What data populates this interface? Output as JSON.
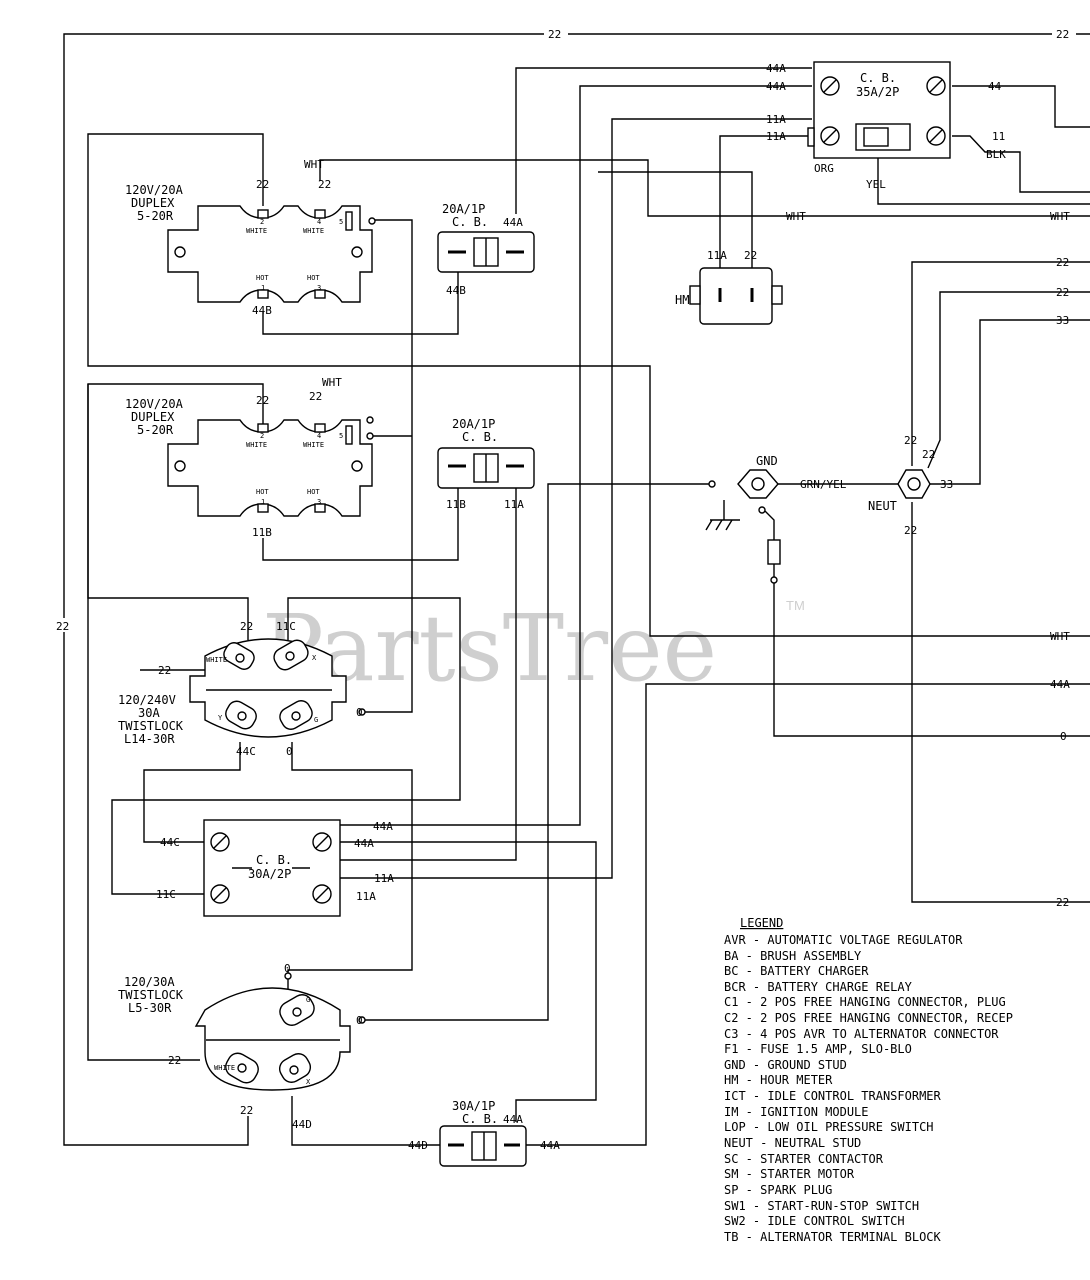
{
  "watermark": {
    "text": "PartsTree",
    "tm": "TM"
  },
  "duplex_1": {
    "title": [
      "120V/20A",
      "DUPLEX",
      "5-20R"
    ],
    "wire_top": "22",
    "wire_wht": "WHT",
    "wire_22b": "22",
    "wire_bottom": "44B",
    "term_2": "2",
    "term_4": "4",
    "term_5": "5",
    "term_1": "1",
    "term_3": "3",
    "lab_white": "WHITE",
    "lab_white2": "WHITE",
    "lab_hot": "HOT",
    "lab_hot2": "HOT"
  },
  "duplex_2": {
    "title": [
      "120V/20A",
      "DUPLEX",
      "5-20R"
    ],
    "wire_top": "22",
    "wire_wht": "WHT",
    "wire_22b": "22",
    "wire_bottom": "11B",
    "term_2": "2",
    "term_4": "4",
    "term_5": "5",
    "term_1": "1",
    "term_3": "3",
    "lab_white": "WHITE",
    "lab_white2": "WHITE",
    "lab_hot": "HOT",
    "lab_hot2": "HOT"
  },
  "cb_20a_1": {
    "title": [
      "20A/1P",
      "C. B."
    ],
    "wire_right": "44A",
    "wire_bottom": "44B"
  },
  "cb_20a_2": {
    "title": [
      "20A/1P",
      "C. B."
    ],
    "wire_left": "11B",
    "wire_right": "11A"
  },
  "cb_35a": {
    "title": [
      "C. B.",
      "35A/2P"
    ],
    "in_1": "44A",
    "in_2": "44A",
    "in_3": "11A",
    "in_4": "11A",
    "out_1": "44",
    "out_2": "11",
    "blk": "BLK",
    "org": "ORG",
    "yel": "YEL"
  },
  "hm": {
    "label": "HM",
    "w1": "11A",
    "w2": "22"
  },
  "gnd": {
    "label": "GND",
    "grn_yel": "GRN/YEL"
  },
  "neut": {
    "label": "NEUT",
    "w_top1": "22",
    "w_top2": "22",
    "w_right": "33",
    "w_bottom": "22"
  },
  "twist_l14": {
    "title": [
      "120/240V",
      "30A",
      "TWISTLOCK",
      "L14-30R"
    ],
    "w_22": "22",
    "w_11c": "11C",
    "w_22_left": "22",
    "w_44c": "44C",
    "w_0": "0",
    "w_0_right": "0",
    "lab_white": "WHITE",
    "lab_x": "X",
    "lab_y": "Y",
    "lab_g": "G"
  },
  "cb_30a_2p": {
    "title": [
      "C. B.",
      "30A/2P"
    ],
    "w_44c": "44C",
    "w_11c": "11C",
    "w_44a_1": "44A",
    "w_44a_2": "44A",
    "w_11a_1": "11A",
    "w_11a_2": "11A"
  },
  "twist_l5": {
    "title": [
      "120/30A",
      "TWISTLOCK",
      "L5-30R"
    ],
    "w_0_top": "0",
    "w_0_right": "0",
    "w_22_left": "22",
    "w_22_bottom": "22",
    "w_44d": "44D",
    "lab_white": "WHITE",
    "lab_g": "G",
    "lab_x": "X"
  },
  "cb_30a_1p": {
    "title": [
      "30A/1P",
      "C. B."
    ],
    "w_44a_top": "44A",
    "w_44d": "44D",
    "w_44a_right": "44A"
  },
  "edge_wires": {
    "top_22_a": "22",
    "top_22_b": "22",
    "left_22": "22",
    "e_44": "44",
    "e_11": "11",
    "e_wht_1": "WHT",
    "e_wht_2": "WHT",
    "e_22_a": "22",
    "e_22_b": "22",
    "e_33": "33",
    "e_44a": "44A",
    "e_0": "0",
    "e_22_c": "22"
  },
  "legend": {
    "title": "LEGEND",
    "items": [
      "AVR - AUTOMATIC VOLTAGE REGULATOR",
      "BA - BRUSH ASSEMBLY",
      "BC - BATTERY CHARGER",
      "BCR - BATTERY CHARGE RELAY",
      "C1 - 2 POS FREE HANGING CONNECTOR, PLUG",
      "C2 - 2 POS FREE HANGING CONNECTOR, RECEP",
      "C3 - 4 POS AVR TO ALTERNATOR CONNECTOR",
      "F1 - FUSE 1.5 AMP, SLO-BLO",
      "GND - GROUND STUD",
      "HM - HOUR METER",
      "ICT - IDLE CONTROL TRANSFORMER",
      "IM - IGNITION MODULE",
      "LOP - LOW OIL PRESSURE SWITCH",
      "NEUT - NEUTRAL STUD",
      "SC - STARTER CONTACTOR",
      "SM - STARTER MOTOR",
      "SP - SPARK PLUG",
      "SW1 - START-RUN-STOP SWITCH",
      "SW2 - IDLE CONTROL SWITCH",
      "TB - ALTERNATOR TERMINAL BLOCK"
    ]
  }
}
